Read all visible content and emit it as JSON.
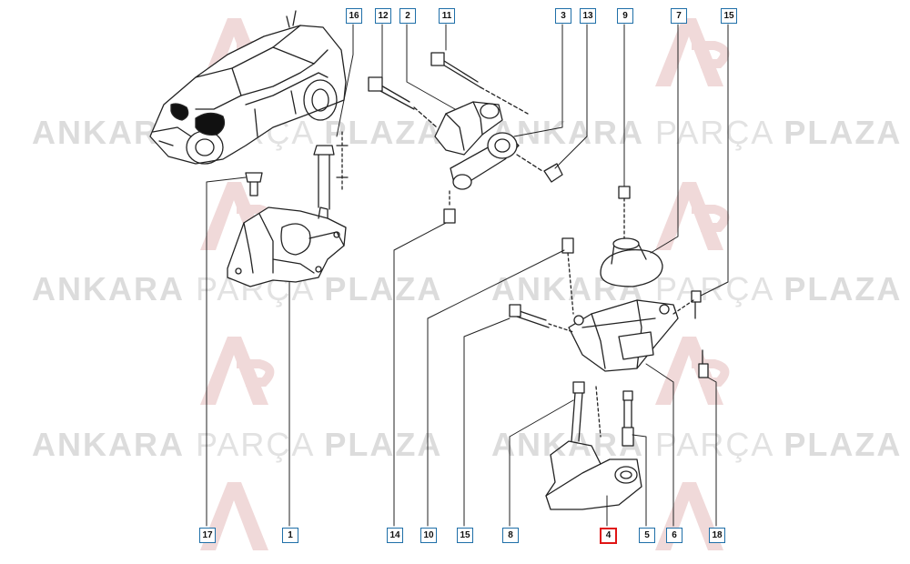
{
  "watermark": {
    "word1": "ANKARA",
    "word2": "PARÇA",
    "word3": "PLAZA"
  },
  "callouts": {
    "top": [
      "16",
      "12",
      "2",
      "11",
      "3",
      "13",
      "9",
      "7",
      "15"
    ],
    "bottom": [
      "17",
      "1",
      "14",
      "10",
      "15",
      "8",
      "4",
      "5",
      "6",
      "18"
    ]
  },
  "selected_part": "4",
  "colors": {
    "callout_border": "#1f6fa8",
    "selected_border": "#e01515",
    "watermark": "#dcdcdc",
    "logo": "#f3c9c9"
  }
}
